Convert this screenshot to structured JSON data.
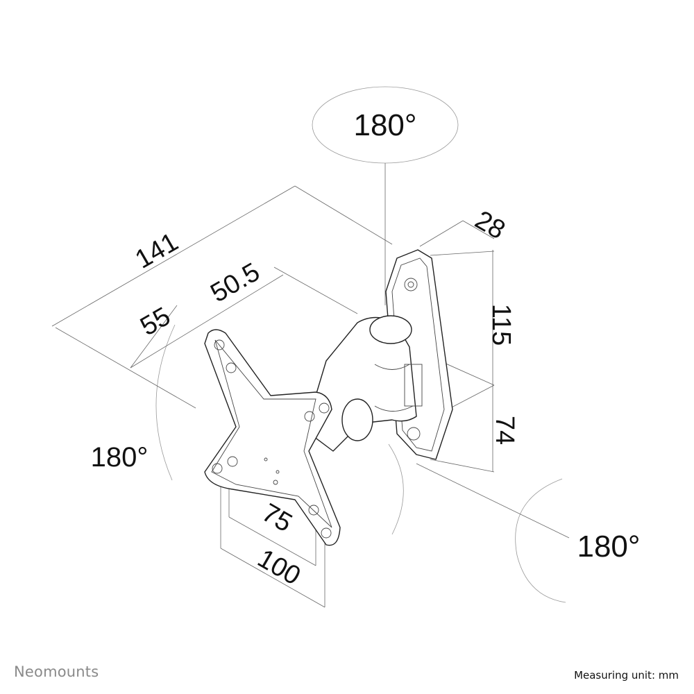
{
  "dimensions": {
    "rotation_top": "180°",
    "rotation_left": "180°",
    "rotation_right": "180°",
    "depth_total": "141",
    "arm_length": "50.5",
    "plate_offset": "55",
    "wall_plate_width": "28",
    "wall_plate_upper_height": "115",
    "wall_plate_lower_height": "74",
    "vesa_small": "75",
    "vesa_large": "100"
  },
  "footer": {
    "brand": "Neomounts",
    "measuring_unit": "Measuring unit: mm"
  }
}
